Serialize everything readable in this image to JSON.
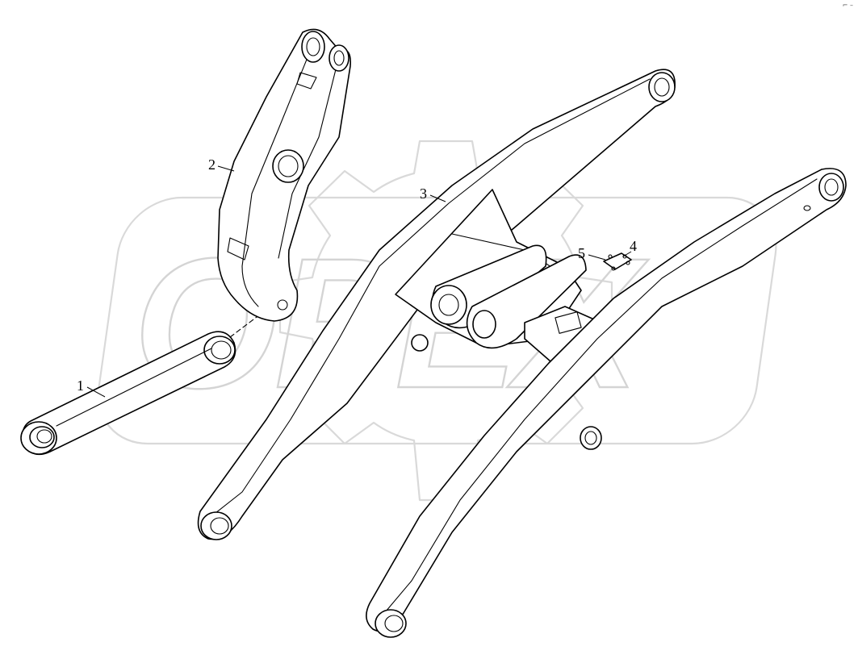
{
  "watermark": {
    "brand": "OPEX"
  },
  "corner_mark": "⌐ –",
  "callouts": [
    {
      "id": "1",
      "label": "1"
    },
    {
      "id": "2",
      "label": "2"
    },
    {
      "id": "3",
      "label": "3"
    },
    {
      "id": "4",
      "label": "4"
    },
    {
      "id": "5",
      "label": "5"
    }
  ],
  "colors": {
    "line": "#000000",
    "watermark": "#d9d9d9",
    "background": "#ffffff"
  }
}
